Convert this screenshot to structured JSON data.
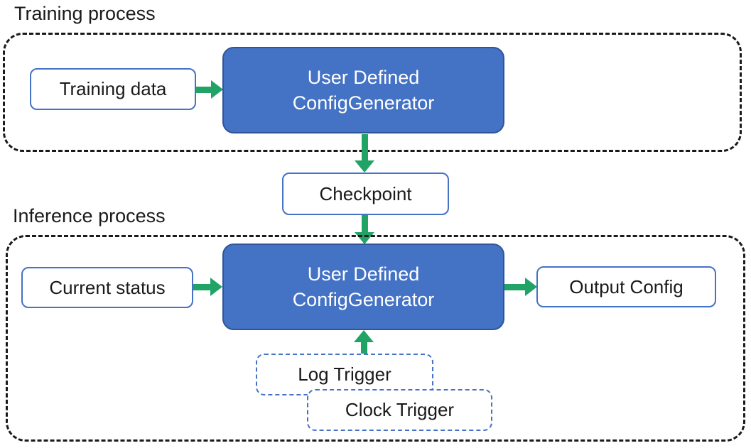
{
  "colors": {
    "process_box_fill": "#4472C4",
    "process_box_border": "#2F5597",
    "io_box_border": "#4472C4",
    "arrow_green": "#21A366",
    "container_border": "#1a1a1a",
    "text_dark": "#1a1a1a",
    "text_light": "#ffffff"
  },
  "sections": {
    "training": {
      "label": "Training process",
      "input_box": "Training data",
      "process_box": {
        "line1": "User Defined",
        "line2": "ConfigGenerator"
      }
    },
    "checkpoint": "Checkpoint",
    "inference": {
      "label": "Inference process",
      "input_box": "Current status",
      "process_box": {
        "line1": "User Defined",
        "line2": "ConfigGenerator"
      },
      "output_box": "Output Config",
      "triggers": [
        "Log Trigger",
        "Clock Trigger"
      ]
    }
  }
}
